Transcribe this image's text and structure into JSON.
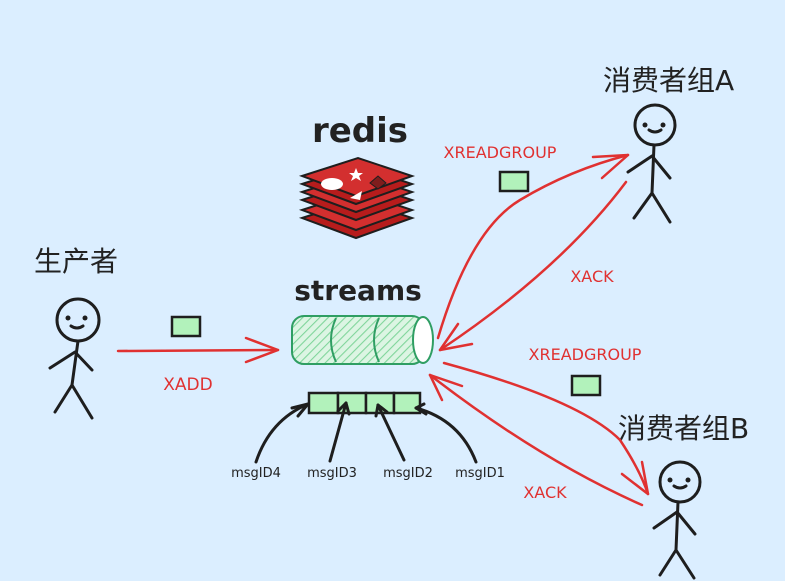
{
  "colors": {
    "background": "#dbeeff",
    "arrow": "#e03131",
    "message_fill": "#b2f2bb",
    "stream_stroke": "#2f9e63",
    "redis_red": "#d32f2f"
  },
  "labels": {
    "redis": "redis",
    "streams": "streams",
    "producer": "生产者",
    "consumer_group_a": "消费者组A",
    "consumer_group_b": "消费者组B"
  },
  "commands": {
    "xadd": "XADD",
    "xreadgroup_a": "XREADGROUP",
    "xack_a": "XACK",
    "xreadgroup_b": "XREADGROUP",
    "xack_b": "XACK"
  },
  "messages": [
    "msgID4",
    "msgID3",
    "msgID2",
    "msgID1"
  ],
  "icons": {
    "producer": "stick-figure-icon",
    "consumer_a": "stick-figure-icon",
    "consumer_b": "stick-figure-icon",
    "redis": "redis-logo-icon",
    "streams": "cylinder-icon"
  }
}
